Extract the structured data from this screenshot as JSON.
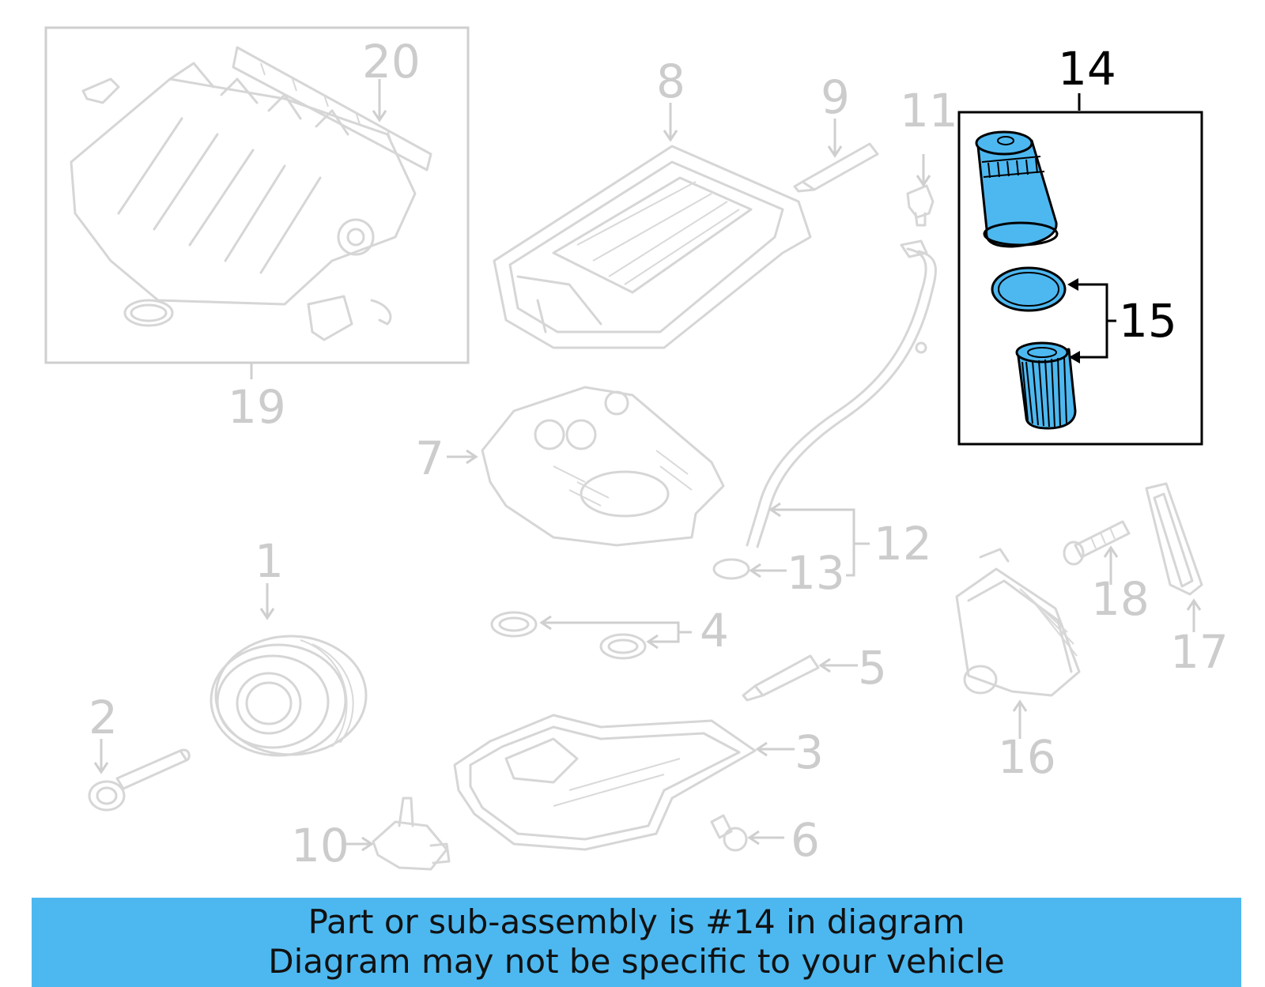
{
  "diagram": {
    "callouts": {
      "c1": "1",
      "c2": "2",
      "c3": "3",
      "c4": "4",
      "c5": "5",
      "c6": "6",
      "c7": "7",
      "c8": "8",
      "c9": "9",
      "c10": "10",
      "c11": "11",
      "c12": "12",
      "c13": "13",
      "c14": "14",
      "c15": "15",
      "c16": "16",
      "c17": "17",
      "c18": "18",
      "c19": "19",
      "c20": "20"
    },
    "highlighted_part": "14",
    "highlight_color": "#4db8f0"
  },
  "banner": {
    "line1": "Part or sub-assembly is #14 in diagram",
    "line2": "Diagram may not be specific to your vehicle",
    "background": "#4db8f0"
  }
}
